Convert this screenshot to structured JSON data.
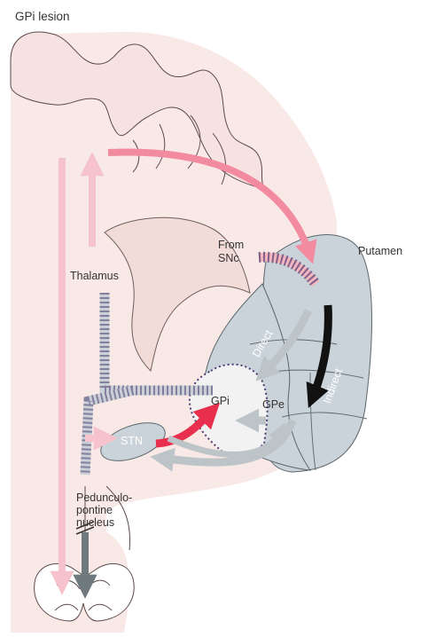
{
  "title": "GPi lesion",
  "labels": {
    "from": "From",
    "snc": "SNc",
    "putamen": "Putamen",
    "thalamus": "Thalamus",
    "direct": "Direct",
    "indirect": "Indirect",
    "gpi": "GPi",
    "gpe": "GPe",
    "stn": "STN",
    "ppn_line1": "Pedunculo-",
    "ppn_line2": "pontine",
    "ppn_line3": "nucleus"
  },
  "colors": {
    "brain_fill": "#f9e9e6",
    "gyri_fill": "#f6e3e1",
    "structure_fill": "#c9d3d9",
    "excitatory_arrow": "#f28aa0",
    "strong_excitatory_arrow": "#e8304e",
    "inhibitory_arrow": "#bcc4c8",
    "indirect_arrow": "#111111",
    "lesion_dots": "#4e3a74",
    "ascending_pathway": "#f6c3cc"
  }
}
